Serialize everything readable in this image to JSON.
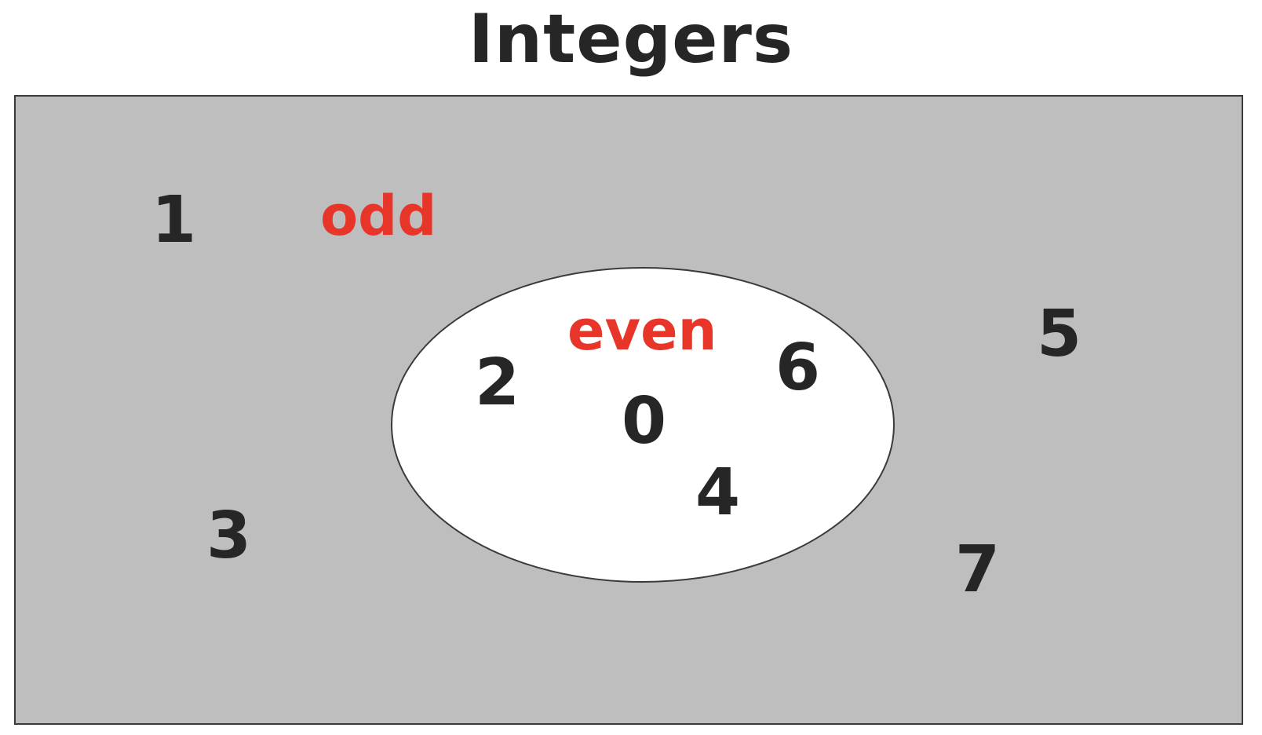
{
  "title": "Integers",
  "colors": {
    "universe_fill": "#bebebe",
    "subset_fill": "#ffffff",
    "label_color": "#e8352a",
    "text_color": "#262626"
  },
  "outer_set": {
    "label": "odd",
    "members": [
      "1",
      "3",
      "5",
      "7"
    ]
  },
  "inner_set": {
    "label": "even",
    "members": [
      "2",
      "0",
      "4",
      "6"
    ]
  }
}
